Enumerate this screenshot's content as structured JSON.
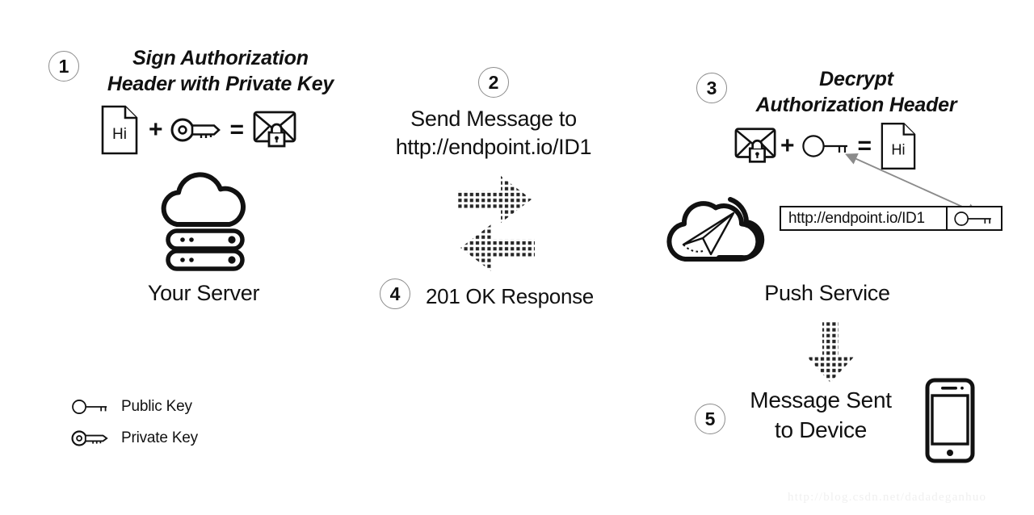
{
  "diagram": {
    "title": "Web Push encrypted message flow",
    "background_color": "#ffffff",
    "stroke_color": "#111111",
    "badge_border_color": "#8d8d8d",
    "arrow_gray": "#8b8b8b",
    "dotted_arrow_color": "#2b2b2b"
  },
  "steps": {
    "one": {
      "number": "1",
      "title_line1": "Sign Authorization",
      "title_line2": "Header with Private Key",
      "formula": {
        "doc_text": "Hi",
        "plus": "+",
        "equals": "=",
        "key_type": "private-key",
        "result": "locked-envelope"
      },
      "node_caption": "Your Server"
    },
    "two": {
      "number": "2",
      "title_line1": "Send Message to",
      "title_line2": "http://endpoint.io/ID1"
    },
    "three": {
      "number": "3",
      "title_line1": "Decrypt",
      "title_line2": "Authorization Header",
      "formula": {
        "source": "locked-envelope",
        "plus": "+",
        "equals": "=",
        "key_type": "public-key",
        "doc_text": "Hi"
      },
      "endpoint_box": {
        "url": "http://endpoint.io/ID1",
        "key_type": "public-key"
      },
      "node_caption": "Push Service"
    },
    "four": {
      "number": "4",
      "label": "201 OK Response"
    },
    "five": {
      "number": "5",
      "label_line1": "Message Sent",
      "label_line2": "to Device"
    }
  },
  "legend": {
    "items": [
      {
        "icon": "public-key",
        "label": "Public Key"
      },
      {
        "icon": "private-key",
        "label": "Private Key"
      }
    ]
  },
  "watermark": {
    "text": "http://blog.csdn.net/dadadeganhuo"
  }
}
